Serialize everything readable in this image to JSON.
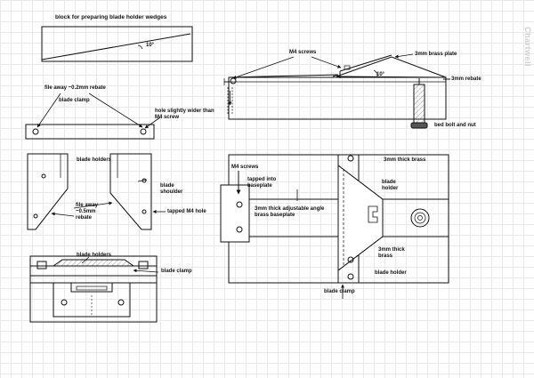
{
  "labels": {
    "block_title": "block for preparing blade holder wedges",
    "angle_10_a": "10°",
    "m4_screws_top": "M4 screws",
    "brass_plate_3mm": "3mm brass plate",
    "angle_10_b": "10°",
    "rebate_3mm": "3mm rebate",
    "bed_bolt_nut": "bed bolt and nut",
    "file_away_rebate": "file away ~0.2mm rebate",
    "blade_clamp_top": "blade clamp",
    "hole_wider_line1": "hole slightly wider than",
    "hole_wider_line2": "M4 screw",
    "blade_holders_mid": "blade holders",
    "blade_shoulder_line1": "blade",
    "blade_shoulder_line2": "shoulder",
    "file_away_05_line1": "file away",
    "file_away_05_line2": "~0.5mm",
    "file_away_05_line3": "rebate",
    "tapped_m4_hole": "tapped M4 hole",
    "blade_holders_bottom": "blade holders",
    "blade_clamp_bottom_right": "blade clamp",
    "m4_screws_plan": "M4 screws",
    "tapped_into_line1": "tapped into",
    "tapped_into_line2": "baseplate",
    "baseplate_line1": "3mm thick adjustable angle",
    "baseplate_line2": "brass baseplate",
    "thick_brass_top": "3mm thick brass",
    "blade_holder_top_line1": "blade",
    "blade_holder_top_line2": "holder",
    "thick_brass_bottom_line1": "3mm thick",
    "thick_brass_bottom_line2": "brass",
    "blade_holder_bottom": "blade holder",
    "blade_clamp_plan": "blade clamp",
    "watermark": "Chartwell"
  },
  "colors": {
    "ink": "#111111",
    "grid": "#e9e9e9",
    "watermark": "#cfcfcf"
  }
}
